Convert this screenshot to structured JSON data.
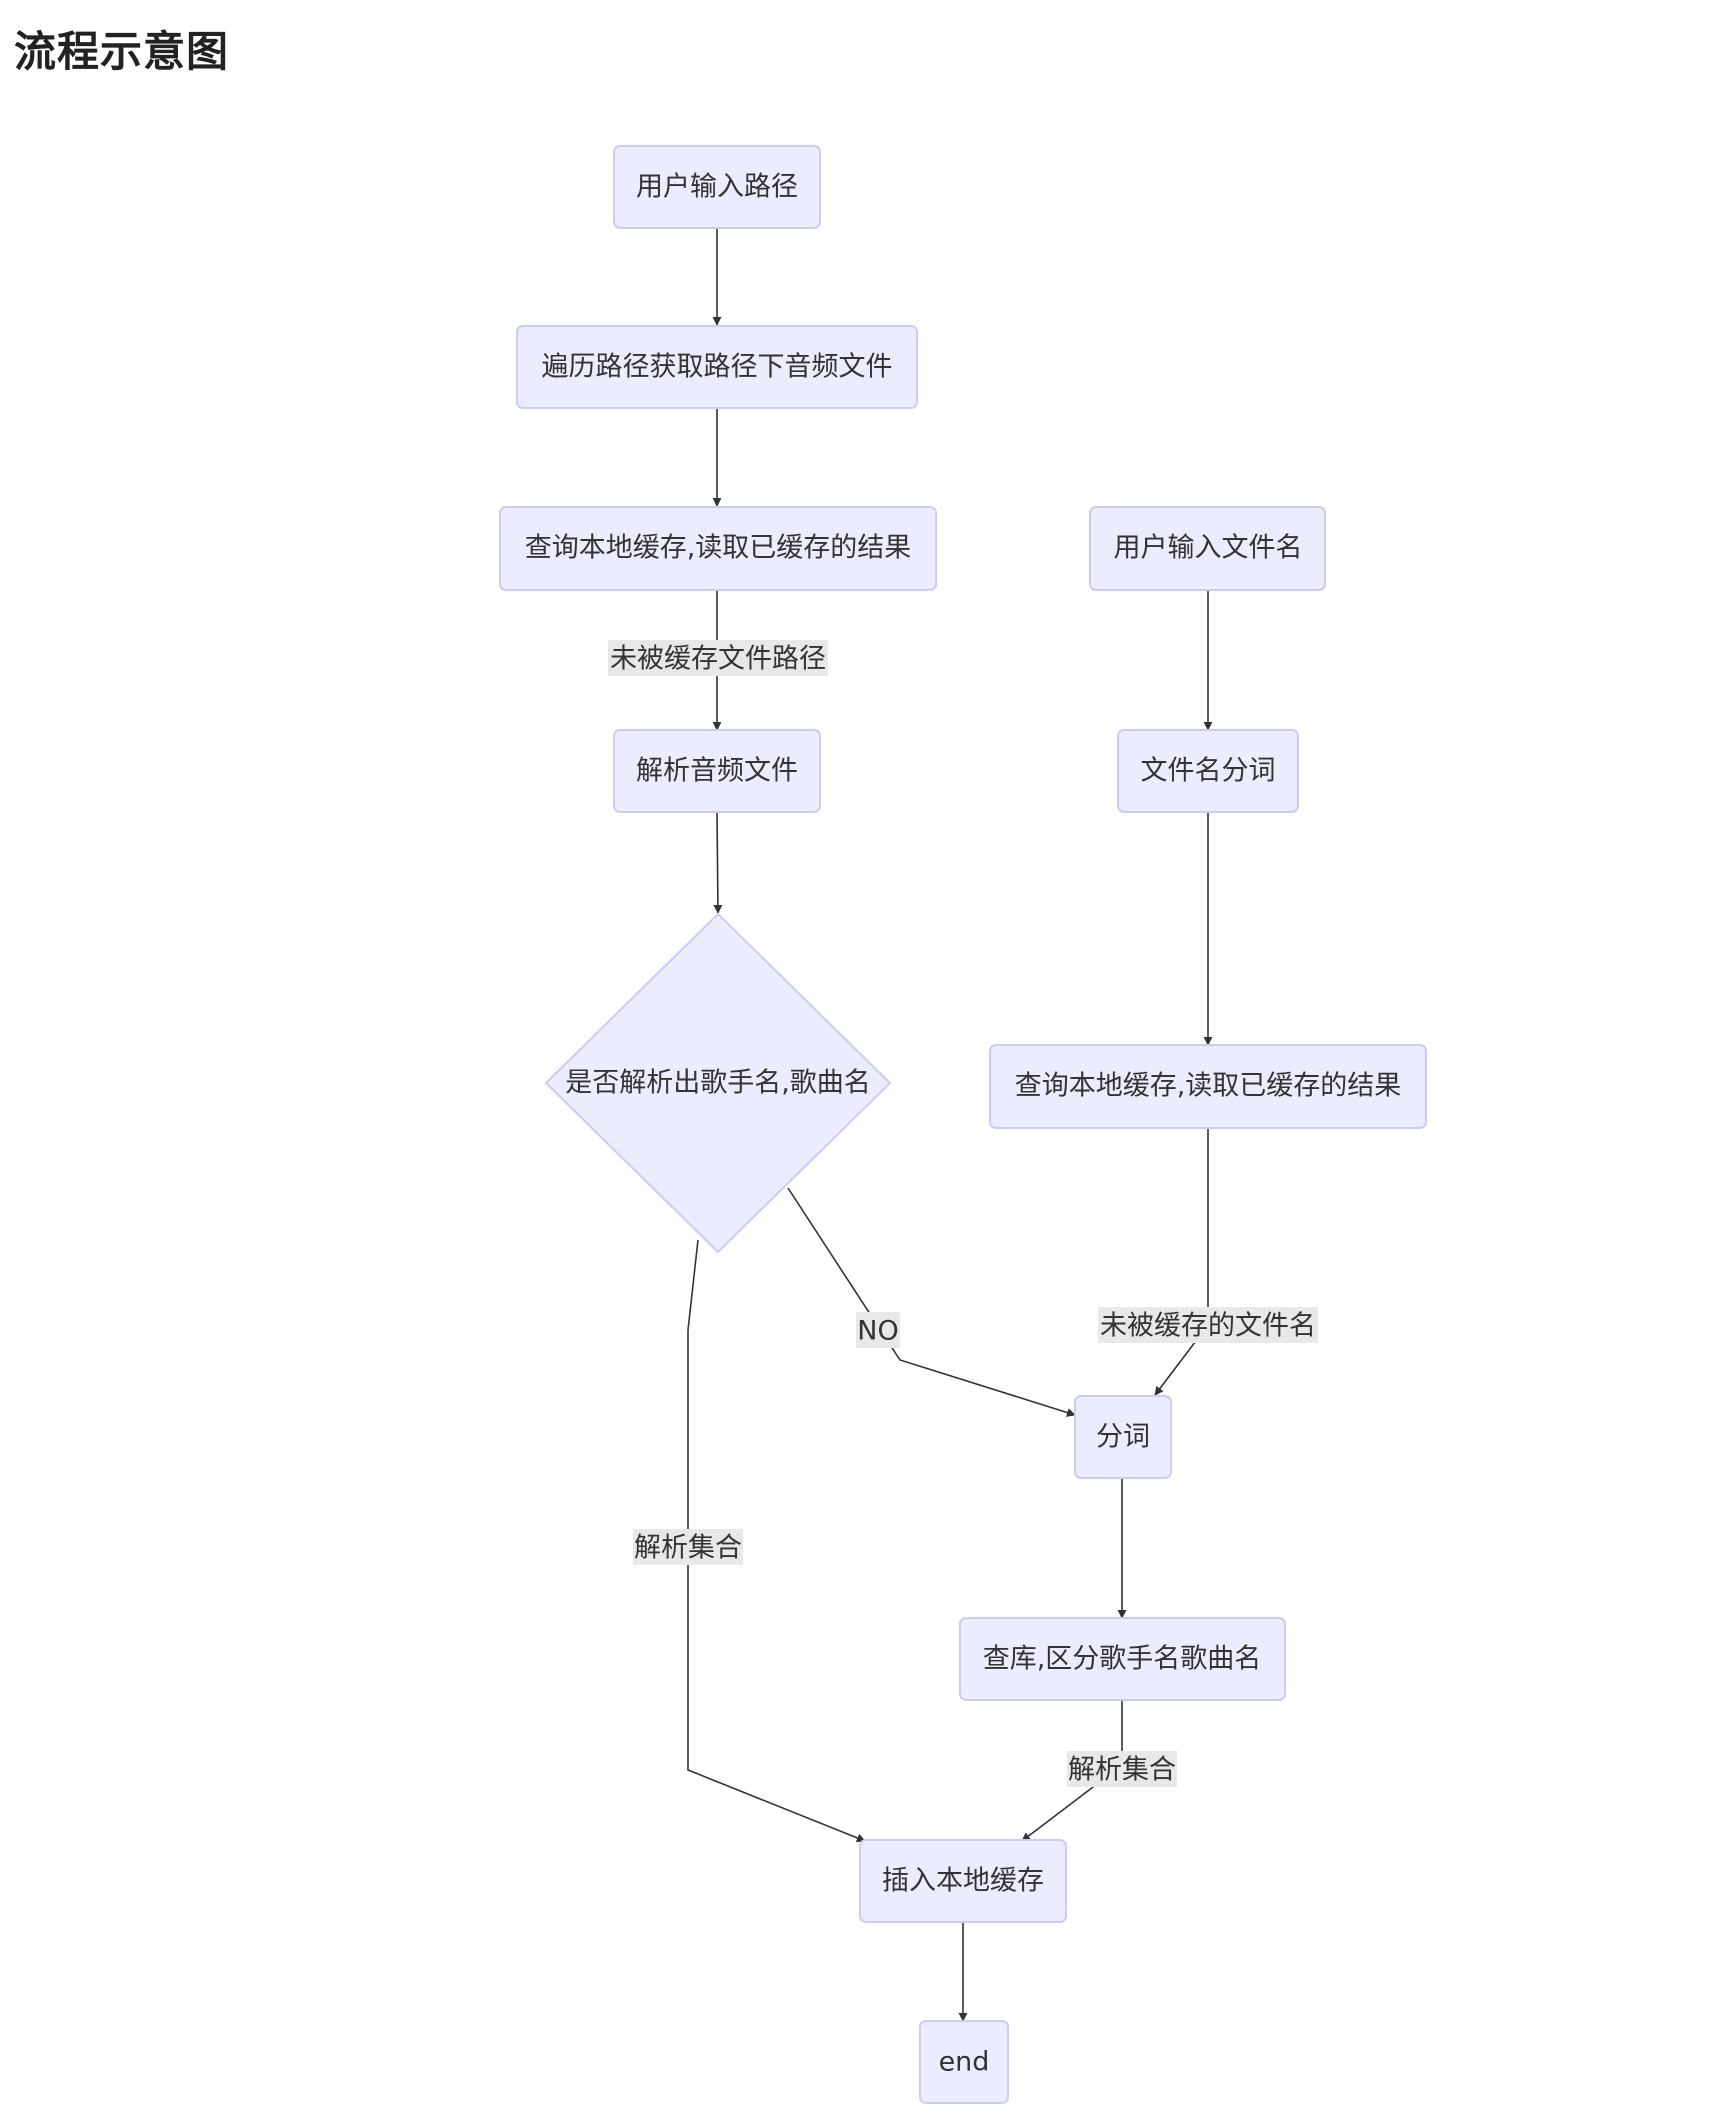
{
  "title": "流程示意图",
  "nodes": {
    "input_path": "用户输入路径",
    "traverse": "遍历路径获取路径下音频文件",
    "query_cache_left": "查询本地缓存,读取已缓存的结果",
    "input_filename": "用户输入文件名",
    "parse_audio": "解析音频文件",
    "filename_seg": "文件名分词",
    "decision": "是否解析出歌手名,歌曲名",
    "query_cache_right": "查询本地缓存,读取已缓存的结果",
    "seg": "分词",
    "lookup": "查库,区分歌手名歌曲名",
    "insert": "插入本地缓存",
    "end": "end"
  },
  "edges": {
    "uncached_paths": "未被缓存文件路径",
    "no": "NO",
    "uncached_names": "未被缓存的文件名",
    "parse_set_left": "解析集合",
    "parse_set_right": "解析集合"
  },
  "colors": {
    "node_fill": "#ececff",
    "node_stroke": "#cfcaf2",
    "edge": "#333333",
    "label_bg": "#e8e8e8"
  }
}
